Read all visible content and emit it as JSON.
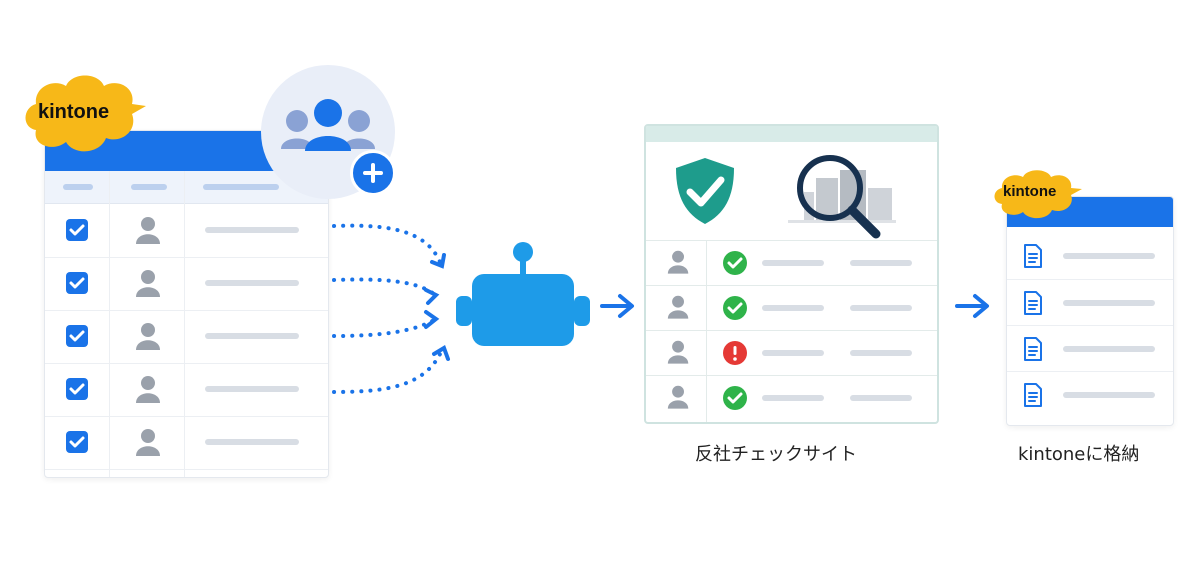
{
  "left_app": {
    "brand": "kintone"
  },
  "check_site": {
    "caption": "反社チェックサイト"
  },
  "right_app": {
    "brand": "kintone",
    "caption": "kintoneに格納"
  },
  "colors": {
    "accent": "#1a73e8",
    "brand_yellow": "#f7b818",
    "robot": "#1e9be8",
    "ok": "#2fb34a",
    "alert": "#e53935",
    "shield": "#1e9c8c"
  },
  "icons": [
    "cloud-badge",
    "users-icon",
    "plus-icon",
    "checkbox-icon",
    "person-icon",
    "robot-icon",
    "shield-check-icon",
    "magnifier-building-icon",
    "check-circle-icon",
    "alert-circle-icon",
    "document-icon",
    "arrow-icon"
  ]
}
